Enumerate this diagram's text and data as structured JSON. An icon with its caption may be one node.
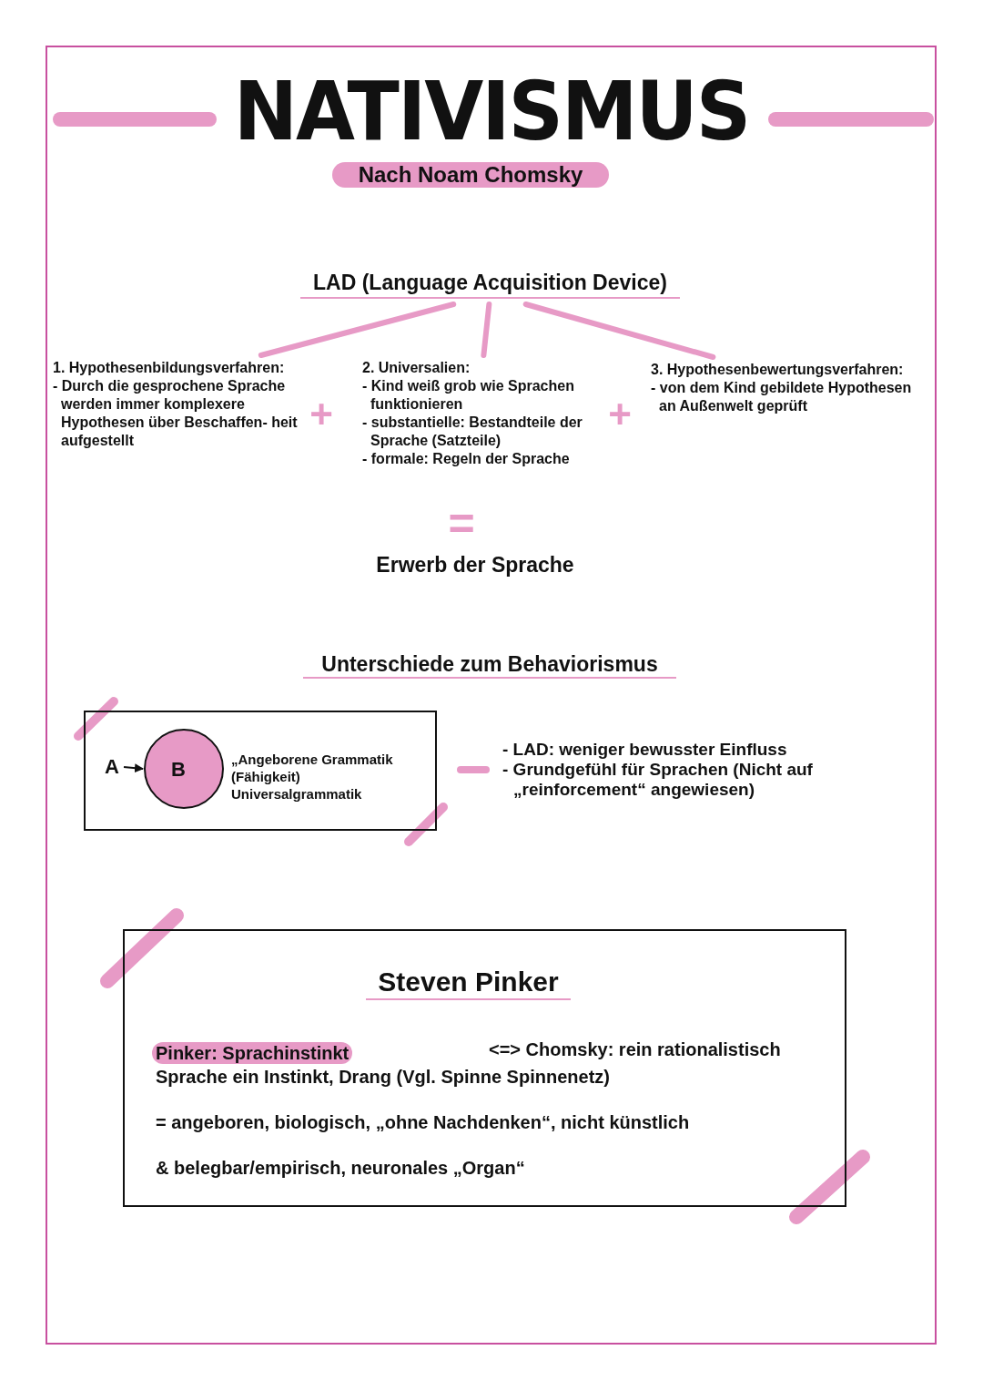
{
  "diagram": {
    "title": "NATIVISMUS",
    "nodes": [
      {
        "text": [
          "LAD (Language Acquisition Device)"
        ]
      },
      {
        "text": [
          "1. Hypothesenbildungsverfahren:",
          "- Durch die gesprochene Sprache werden immer komplexere Hypothesen über Beschaffen- heit aufgestellt"
        ]
      },
      {
        "text": [
          "2. Universalien:",
          "- Kind weiß grob wie Sprachen funktionieren",
          "- substantielle: Bestandteile der Sprache (Satzteile)",
          "- formale: Regeln der Sprache"
        ]
      },
      {
        "text": [
          "3. Hypothesenbewertungsverfahren:",
          "- von dem Kind gebildete Hypothesen an Außenwelt geprüft"
        ]
      },
      {
        "text": [
          "„Angeborene Grammatik (Fähigkeit) Universalgrammatik"
        ]
      },
      {
        "text": [
          "A"
        ],
        "in": 4
      },
      {
        "text": [
          "B"
        ],
        "in": 4
      },
      {
        "text": [
          "Steven Pinker",
          "Pinker: Sprachinstinkt",
          "<=> Chomsky: rein rationalistisch",
          "Sprache ein Instinkt, Drang (Vgl. Spinne Spinnenetz)",
          "= angeboren, biologisch, „ohne Nachdenken“, nicht künstlich",
          "& belegbar/empirisch, neuronales „Organ“"
        ]
      }
    ],
    "edges": [
      {
        "from": 0,
        "to": 1,
        "arrow": "none"
      },
      {
        "from": 0,
        "to": 2,
        "arrow": "none"
      },
      {
        "from": 0,
        "to": 3,
        "arrow": "none"
      },
      {
        "from": 5,
        "to": 6,
        "arrow": "to",
        "color": "#111111"
      }
    ],
    "labels": [
      "Nach Noam Chomsky",
      "+",
      "+",
      "=",
      "Erwerb der Sprache",
      "Unterschiede zum Behaviorismus",
      "- LAD: weniger bewusster Einfluss",
      "- Grundgefühl für Sprachen (Nicht auf „reinforcement“ angewiesen)"
    ]
  }
}
